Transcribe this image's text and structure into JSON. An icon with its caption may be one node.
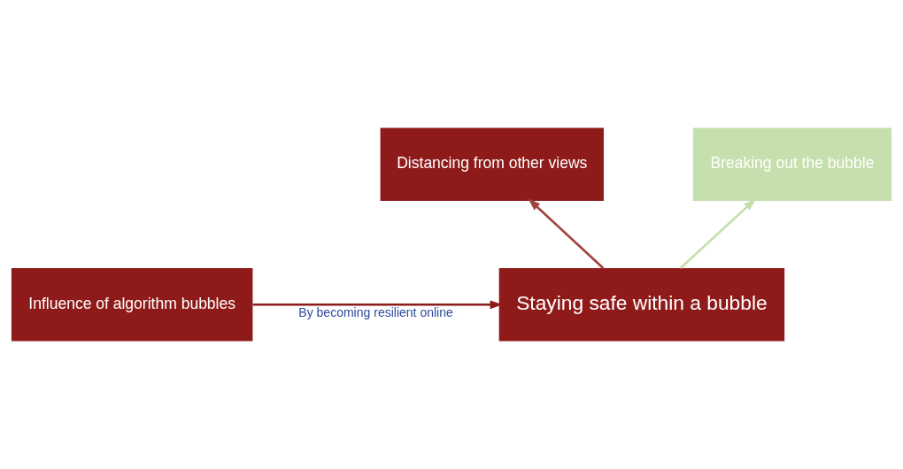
{
  "diagram": {
    "nodes": [
      {
        "text": [
          "Distancing from other views"
        ]
      },
      {
        "text": [
          "Breaking out the bubble"
        ]
      },
      {
        "text": [
          "Staying safe within a bubble"
        ]
      },
      {
        "text": [
          "Influence of algorithm bubbles"
        ]
      }
    ],
    "edges": [
      {
        "from": 2,
        "to": 0,
        "arrow": "to",
        "color": "#a0443f"
      },
      {
        "from": 2,
        "to": 1,
        "arrow": "to",
        "color": "#c5dfad"
      },
      {
        "from": 3,
        "to": 2,
        "arrow": "to",
        "label": "By becoming resilient online",
        "color": "#8e1b1a"
      }
    ]
  }
}
